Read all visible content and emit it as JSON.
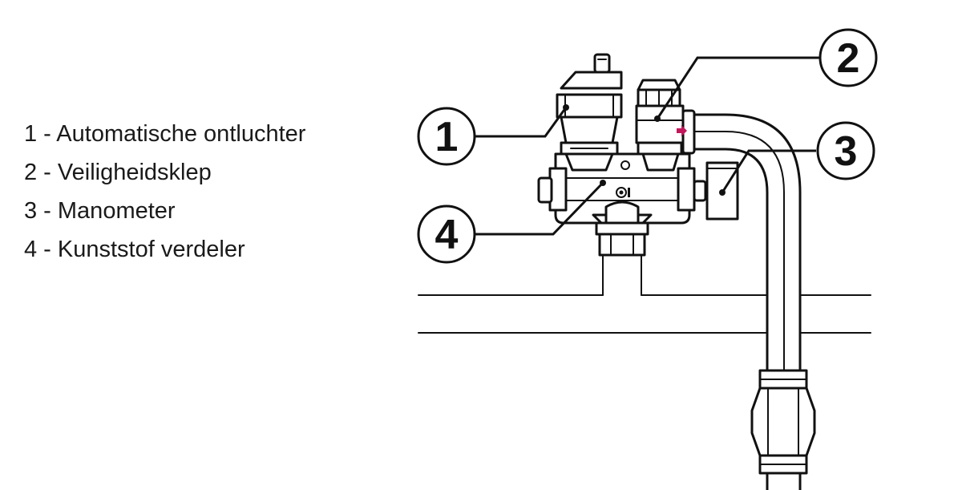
{
  "legend": [
    "1 - Automatische ontluchter",
    "2 - Veiligheidsklep",
    "3 - Manometer",
    "4 - Kunststof verdeler"
  ],
  "callouts": [
    "1",
    "2",
    "3",
    "4"
  ],
  "colors": {
    "line": "#111111",
    "background": "#ffffff",
    "flow_arrow": "#c2185b"
  }
}
